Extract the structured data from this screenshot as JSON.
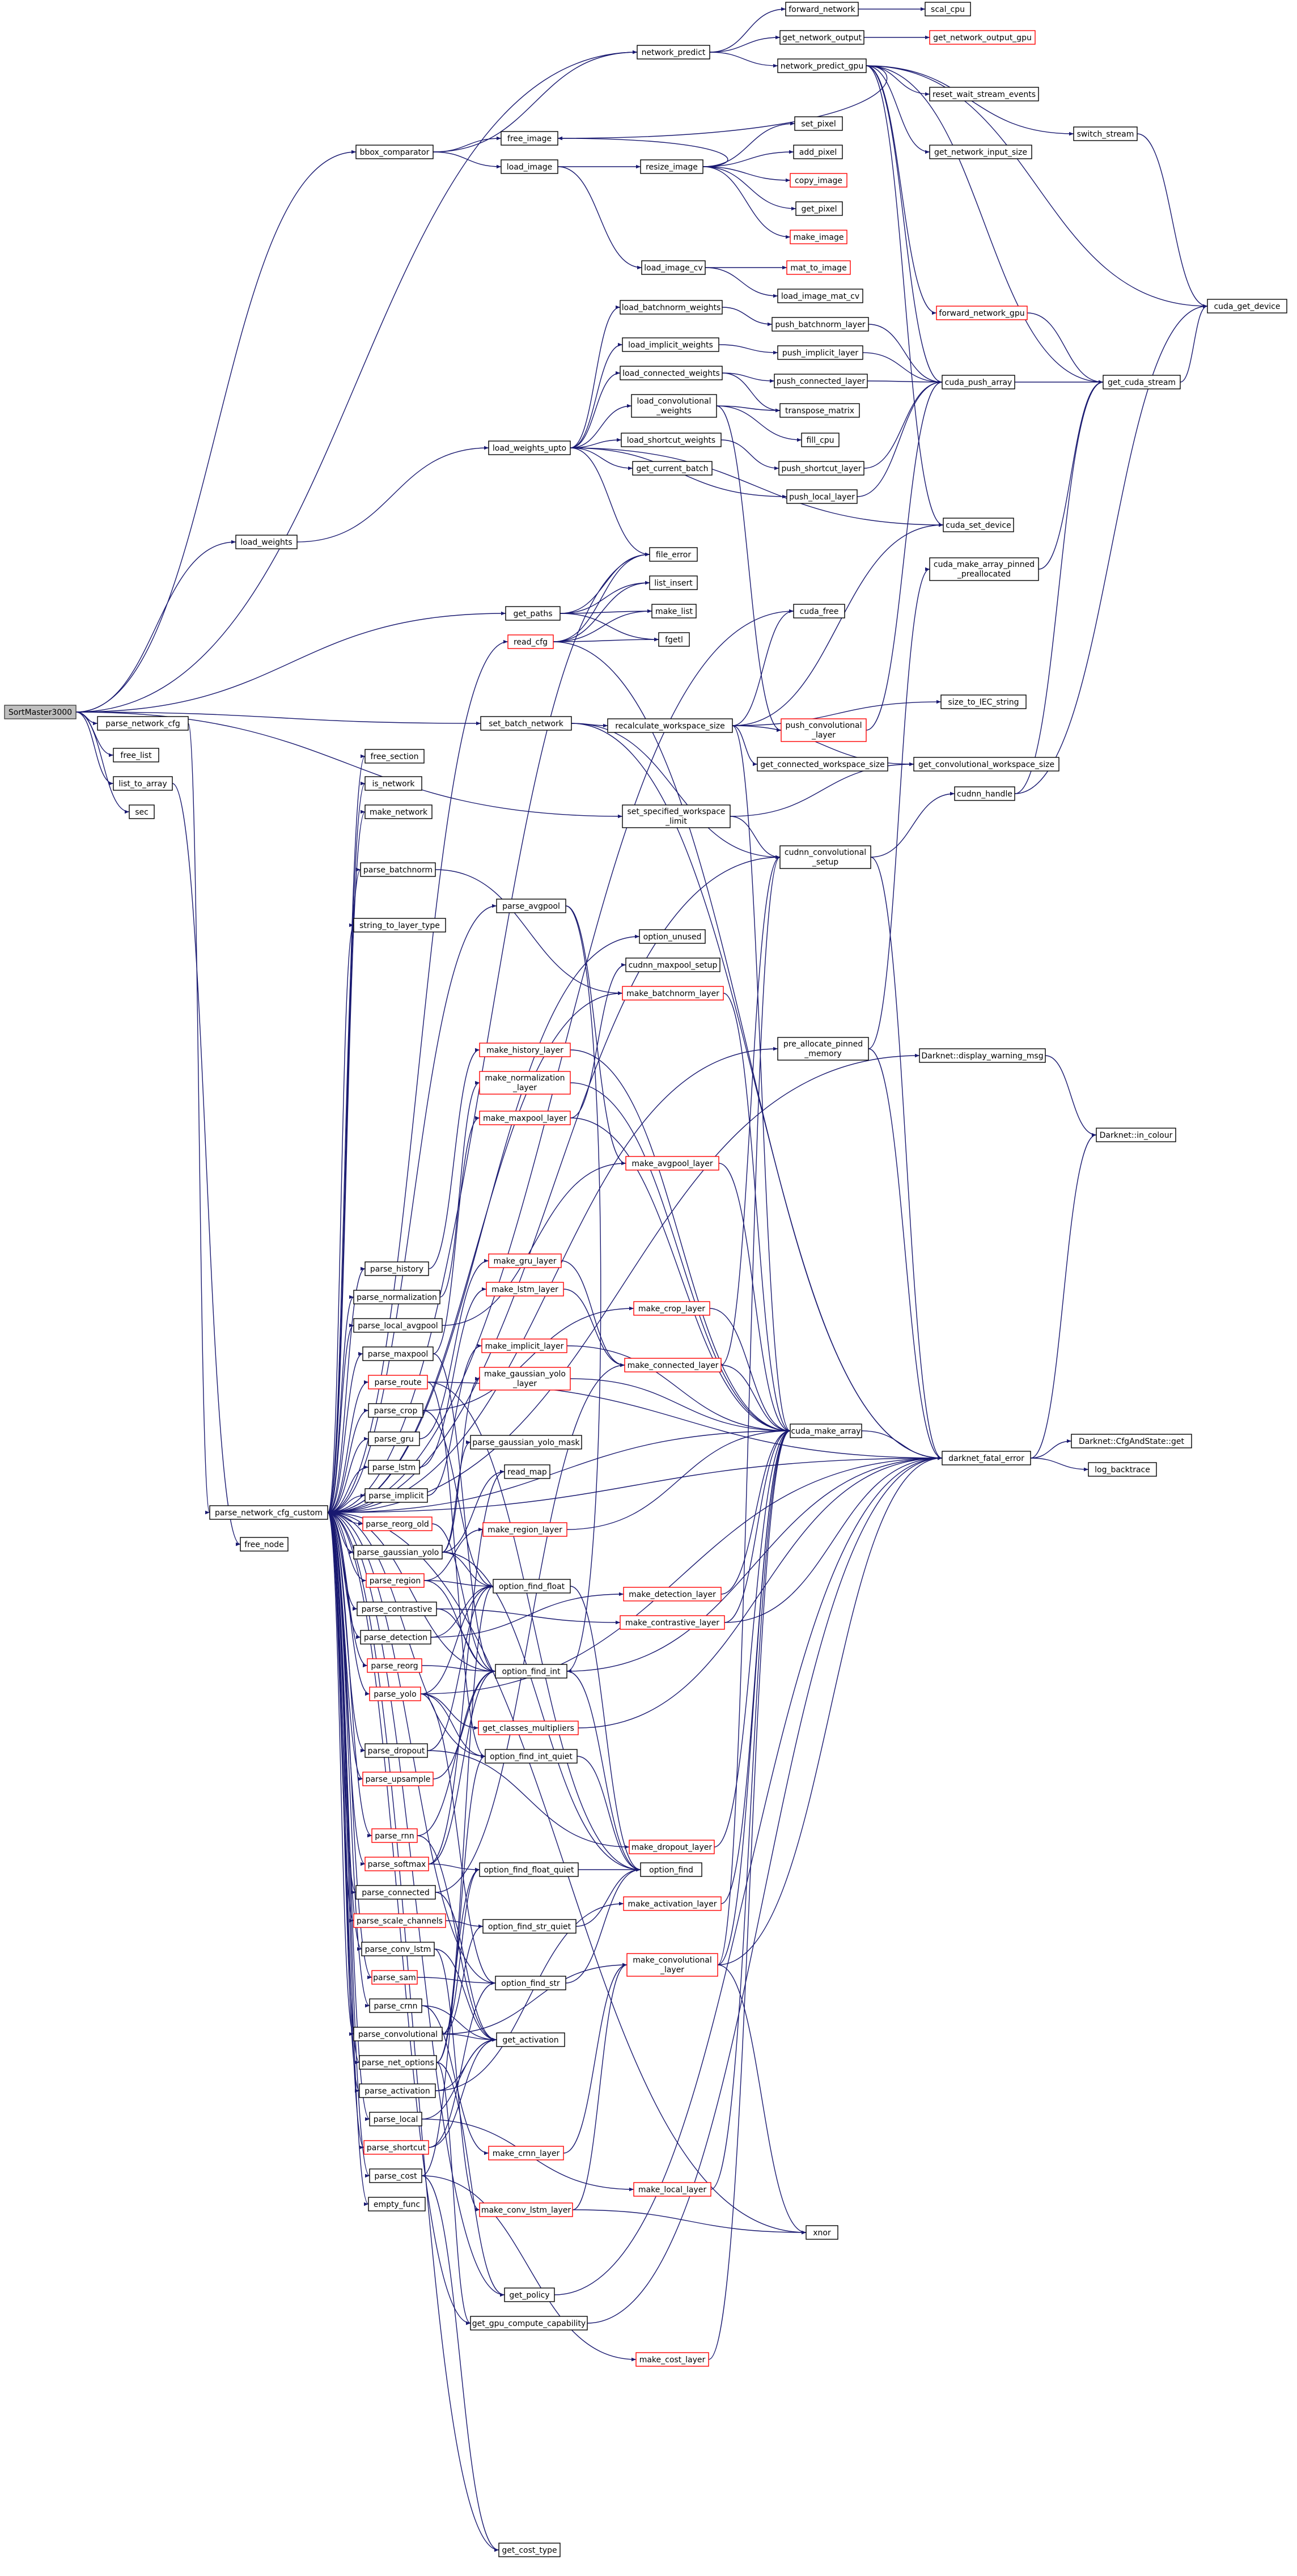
{
  "root": "SortMaster3000",
  "colors": {
    "edge": "#191970",
    "node_border": "#000000",
    "missing_doc_border": "#ff0000",
    "root_fill": "#bfbfbf"
  },
  "nodes": {
    "SortMaster3000": "SortMaster3000",
    "bbox_comparator": "bbox_comparator",
    "load_weights": "load_weights",
    "parse_network_cfg": "parse_network_cfg",
    "free_list": "free_list",
    "list_to_array": "list_to_array",
    "sec": "sec",
    "free_node": "free_node",
    "parse_network_cfg_custom": "parse_network_cfg_custom",
    "free_section": "free_section",
    "is_network": "is_network",
    "make_network": "make_network",
    "parse_batchnorm": "parse_batchnorm",
    "string_to_layer_type": "string_to_layer_type",
    "parse_history": "parse_history",
    "parse_normalization": "parse_normalization",
    "parse_local_avgpool": "parse_local_avgpool",
    "parse_maxpool": "parse_maxpool",
    "parse_route": "parse_route",
    "parse_crop": "parse_crop",
    "parse_gru": "parse_gru",
    "parse_lstm": "parse_lstm",
    "parse_implicit": "parse_implicit",
    "parse_reorg_old": "parse_reorg_old",
    "parse_gaussian_yolo": "parse_gaussian_yolo",
    "parse_region": "parse_region",
    "parse_contrastive": "parse_contrastive",
    "parse_detection": "parse_detection",
    "parse_reorg": "parse_reorg",
    "parse_yolo": "parse_yolo",
    "parse_dropout": "parse_dropout",
    "parse_upsample": "parse_upsample",
    "parse_rnn": "parse_rnn",
    "parse_softmax": "parse_softmax",
    "parse_connected": "parse_connected",
    "parse_scale_channels": "parse_scale_channels",
    "parse_conv_lstm": "parse_conv_lstm",
    "parse_sam": "parse_sam",
    "parse_crnn": "parse_crnn",
    "parse_convolutional": "parse_convolutional",
    "parse_net_options": "parse_net_options",
    "parse_activation": "parse_activation",
    "parse_local": "parse_local",
    "parse_shortcut": "parse_shortcut",
    "parse_cost": "parse_cost",
    "empty_func": "empty_func",
    "network_predict": "network_predict",
    "free_image": "free_image",
    "load_image": "load_image",
    "load_weights_upto": "load_weights_upto",
    "get_paths": "get_paths",
    "read_cfg": "read_cfg",
    "set_batch_network": "set_batch_network",
    "set_specified_workspace_limit": [
      "set_specified_workspace",
      "_limit"
    ],
    "parse_avgpool": "parse_avgpool",
    "make_history_layer": "make_history_layer",
    "make_normalization_layer": [
      "make_normalization",
      "_layer"
    ],
    "make_maxpool_layer": "make_maxpool_layer",
    "make_gru_layer": "make_gru_layer",
    "make_lstm_layer": "make_lstm_layer",
    "make_implicit_layer": "make_implicit_layer",
    "make_gaussian_yolo_layer": [
      "make_gaussian_yolo",
      "_layer"
    ],
    "parse_gaussian_yolo_mask": "parse_gaussian_yolo_mask",
    "read_map": "read_map",
    "make_region_layer": "make_region_layer",
    "option_find_float": "option_find_float",
    "option_find_int": "option_find_int",
    "get_classes_multipliers": "get_classes_multipliers",
    "option_find_int_quiet": "option_find_int_quiet",
    "option_find_float_quiet": "option_find_float_quiet",
    "option_find_str_quiet": "option_find_str_quiet",
    "option_find_str": "option_find_str",
    "get_activation": "get_activation",
    "make_crnn_layer": "make_crnn_layer",
    "make_conv_lstm_layer": "make_conv_lstm_layer",
    "get_policy": "get_policy",
    "get_gpu_compute_capability": "get_gpu_compute_capability",
    "get_cost_type": "get_cost_type",
    "forward_network": "forward_network",
    "get_network_output": "get_network_output",
    "network_predict_gpu": "network_predict_gpu",
    "resize_image": "resize_image",
    "load_image_cv": "load_image_cv",
    "load_batchnorm_weights": "load_batchnorm_weights",
    "load_implicit_weights": "load_implicit_weights",
    "load_connected_weights": "load_connected_weights",
    "load_convolutional_weights": [
      "load_convolutional",
      "_weights"
    ],
    "load_shortcut_weights": "load_shortcut_weights",
    "get_current_batch": "get_current_batch",
    "file_error": "file_error",
    "list_insert": "list_insert",
    "make_list": "make_list",
    "fgetl": "fgetl",
    "recalculate_workspace_size": "recalculate_workspace_size",
    "option_unused": "option_unused",
    "cudnn_maxpool_setup": "cudnn_maxpool_setup",
    "make_batchnorm_layer": "make_batchnorm_layer",
    "make_avgpool_layer": "make_avgpool_layer",
    "make_crop_layer": "make_crop_layer",
    "make_connected_layer": "make_connected_layer",
    "make_detection_layer": "make_detection_layer",
    "make_contrastive_layer": "make_contrastive_layer",
    "make_dropout_layer": "make_dropout_layer",
    "make_activation_layer": "make_activation_layer",
    "make_convolutional_layer": [
      "make_convolutional",
      "_layer"
    ],
    "make_local_layer": "make_local_layer",
    "make_cost_layer": "make_cost_layer",
    "scal_cpu": "scal_cpu",
    "get_network_output_gpu": "get_network_output_gpu",
    "reset_wait_stream_events": "reset_wait_stream_events",
    "get_network_input_size": "get_network_input_size",
    "forward_network_gpu": "forward_network_gpu",
    "set_pixel": "set_pixel",
    "add_pixel": "add_pixel",
    "copy_image": "copy_image",
    "get_pixel": "get_pixel",
    "make_image": "make_image",
    "mat_to_image": "mat_to_image",
    "load_image_mat_cv": "load_image_mat_cv",
    "push_batchnorm_layer": "push_batchnorm_layer",
    "push_implicit_layer": "push_implicit_layer",
    "push_connected_layer": "push_connected_layer",
    "transpose_matrix": "transpose_matrix",
    "fill_cpu": "fill_cpu",
    "push_shortcut_layer": "push_shortcut_layer",
    "push_local_layer": "push_local_layer",
    "cuda_free": "cuda_free",
    "push_convolutional_layer": [
      "push_convolutional",
      "_layer"
    ],
    "get_connected_workspace_size": "get_connected_workspace_size",
    "cudnn_convolutional_setup": [
      "cudnn_convolutional",
      "_setup"
    ],
    "pre_allocate_pinned_memory": [
      "pre_allocate_pinned",
      "_memory"
    ],
    "cuda_make_array": "cuda_make_array",
    "xnor": "xnor",
    "switch_stream": "switch_stream",
    "cuda_push_array": "cuda_push_array",
    "cuda_set_device": "cuda_set_device",
    "cuda_make_array_pinned_preallocated": [
      "cuda_make_array_pinned",
      "_preallocated"
    ],
    "size_to_IEC_string": "size_to_IEC_string",
    "get_convolutional_workspace_size": "get_convolutional_workspace_size",
    "cudnn_handle": "cudnn_handle",
    "darknet_fatal_error": "darknet_fatal_error",
    "display_warning_msg": "Darknet::display_warning_msg",
    "in_colour": "Darknet::in_colour",
    "get_stream": "get_cuda_stream",
    "cuda_get_device": "cuda_get_device",
    "CfgAndState_get": "Darknet::CfgAndState::get",
    "log_backtrace": "log_backtrace"
  }
}
